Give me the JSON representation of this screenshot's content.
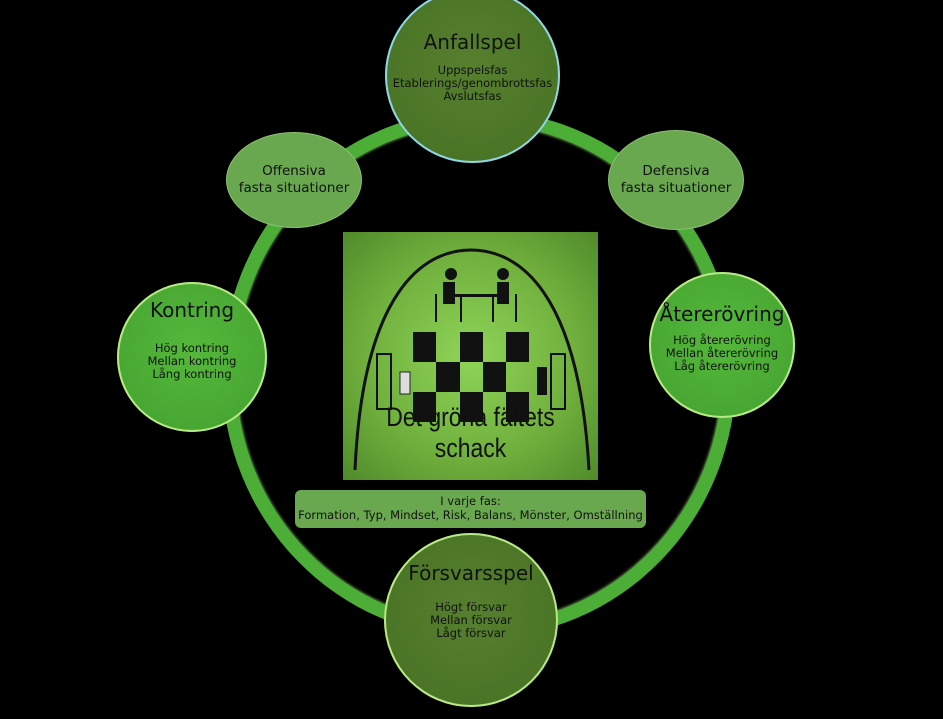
{
  "attack": {
    "title": "Anfallspel",
    "items": [
      "Uppspelsfas",
      "Etablerings/genombrottsfas",
      "Avslutsfas"
    ]
  },
  "offensive_set": {
    "line1": "Offensiva",
    "line2": "fasta situationer"
  },
  "defensive_set": {
    "line1": "Defensiva",
    "line2": "fasta situationer"
  },
  "counter": {
    "title": "Kontring",
    "items": [
      "Hög kontring",
      "Mellan kontring",
      "Lång kontring"
    ]
  },
  "recovery": {
    "title": "Återerövring",
    "items": [
      "Hög återerövring",
      "Mellan återerövring",
      "Låg återerövring"
    ]
  },
  "defense": {
    "title": "Försvarsspel",
    "items": [
      "Högt försvar",
      "Mellan försvar",
      "Lågt försvar"
    ]
  },
  "logo": {
    "caption": "Det gröna fältets schack"
  },
  "phase_box": {
    "line1": "I varje fas:",
    "line2": "Formation, Typ, Mindset, Risk, Balans, Mönster, Omställning"
  },
  "colors": {
    "ring": "#4cae37",
    "dark_node": "#4f7a2a",
    "bright_node": "#4cb236",
    "soft_node": "#6aa84f",
    "background": "#000000"
  }
}
